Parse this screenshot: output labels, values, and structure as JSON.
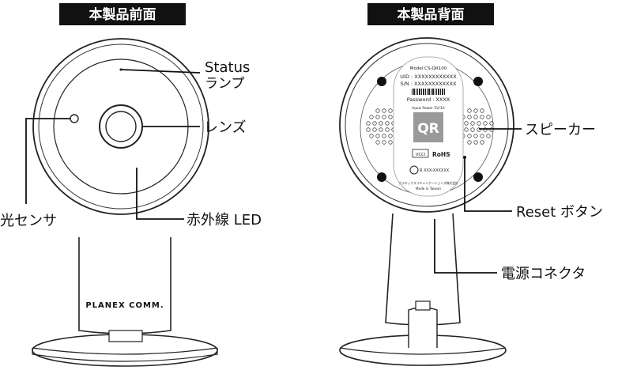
{
  "front": {
    "title": "本製品前面",
    "brand": "PLANEX COMM.",
    "labels": {
      "status_line1": "Status",
      "status_line2": "ランプ",
      "lens": "レンズ",
      "light_sensor": "光センサ",
      "ir_led": "赤外線 LED"
    }
  },
  "back": {
    "title": "本製品背面",
    "sticker": {
      "model": "Model   CS-QR100",
      "uid": "UID : XXXXXXXXXXXX",
      "sn": "S/N : XXXXXXXXXXXX",
      "password": "Password : XXXX",
      "input_power": "Input Power 5V/1A",
      "qr": "QR",
      "vcci": "VCCI",
      "rohs": "RoHS",
      "cert": "R XXX-XXXXXX",
      "maker": "プラネックスコミュニケーションズ株式会社",
      "made_in": "Made in Taiwan"
    },
    "labels": {
      "speaker": "スピーカー",
      "reset": "Reset ボタン",
      "power": "電源コネクタ"
    }
  }
}
